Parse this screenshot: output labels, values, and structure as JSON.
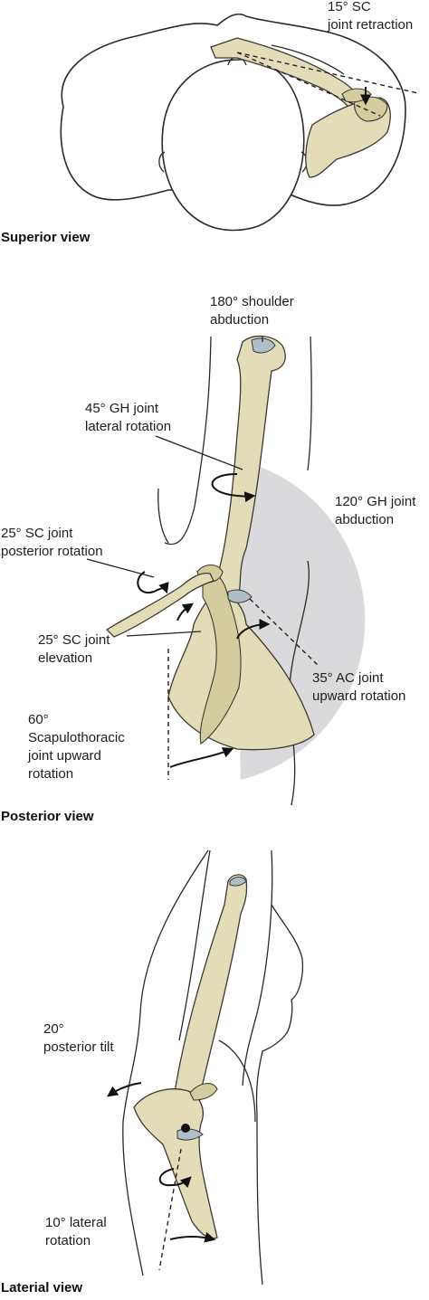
{
  "panels": {
    "superior": {
      "caption": "Superior view",
      "labels": {
        "sc_retraction": "15° SC\njoint retraction"
      }
    },
    "posterior": {
      "caption": "Posterior view",
      "labels": {
        "shoulder_abduction": "180° shoulder\nabduction",
        "gh_lateral_rotation": "45° GH joint\nlateral rotation",
        "gh_abduction": "120° GH joint\nabduction",
        "sc_posterior_rotation": "25° SC joint\nposterior rotation",
        "sc_elevation": "25° SC joint\nelevation",
        "ac_upward_rotation": "35° AC joint\nupward rotation",
        "st_upward_rotation": "60°\nScapulothoracic\njoint upward\nrotation"
      }
    },
    "lateral": {
      "caption": "Laterial view",
      "labels": {
        "posterior_tilt": "20°\nposterior tilt",
        "lateral_rotation": "10° lateral\nrotation"
      }
    }
  },
  "colors": {
    "bone": "#e2ddb8",
    "cartilage": "#aebfc9",
    "arc_shading": "#dadadc",
    "line": "#222222"
  }
}
